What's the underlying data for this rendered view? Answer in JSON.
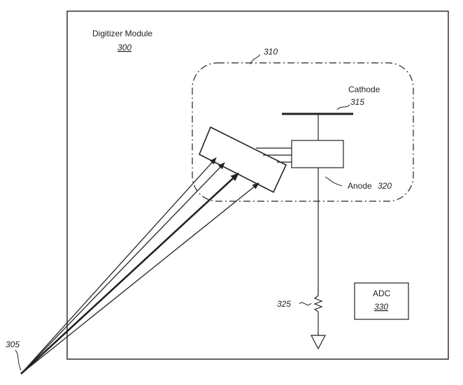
{
  "module": {
    "title": "Digitizer Module",
    "number": "300"
  },
  "enclosure": {
    "number": "310"
  },
  "cathode": {
    "label": "Cathode",
    "number": "315"
  },
  "anode": {
    "label": "Anode",
    "number": "320"
  },
  "resistor": {
    "number": "325"
  },
  "adc": {
    "label": "ADC",
    "number": "330"
  },
  "source": {
    "number": "305"
  },
  "colors": {
    "stroke": "#222222",
    "background": "#ffffff"
  }
}
